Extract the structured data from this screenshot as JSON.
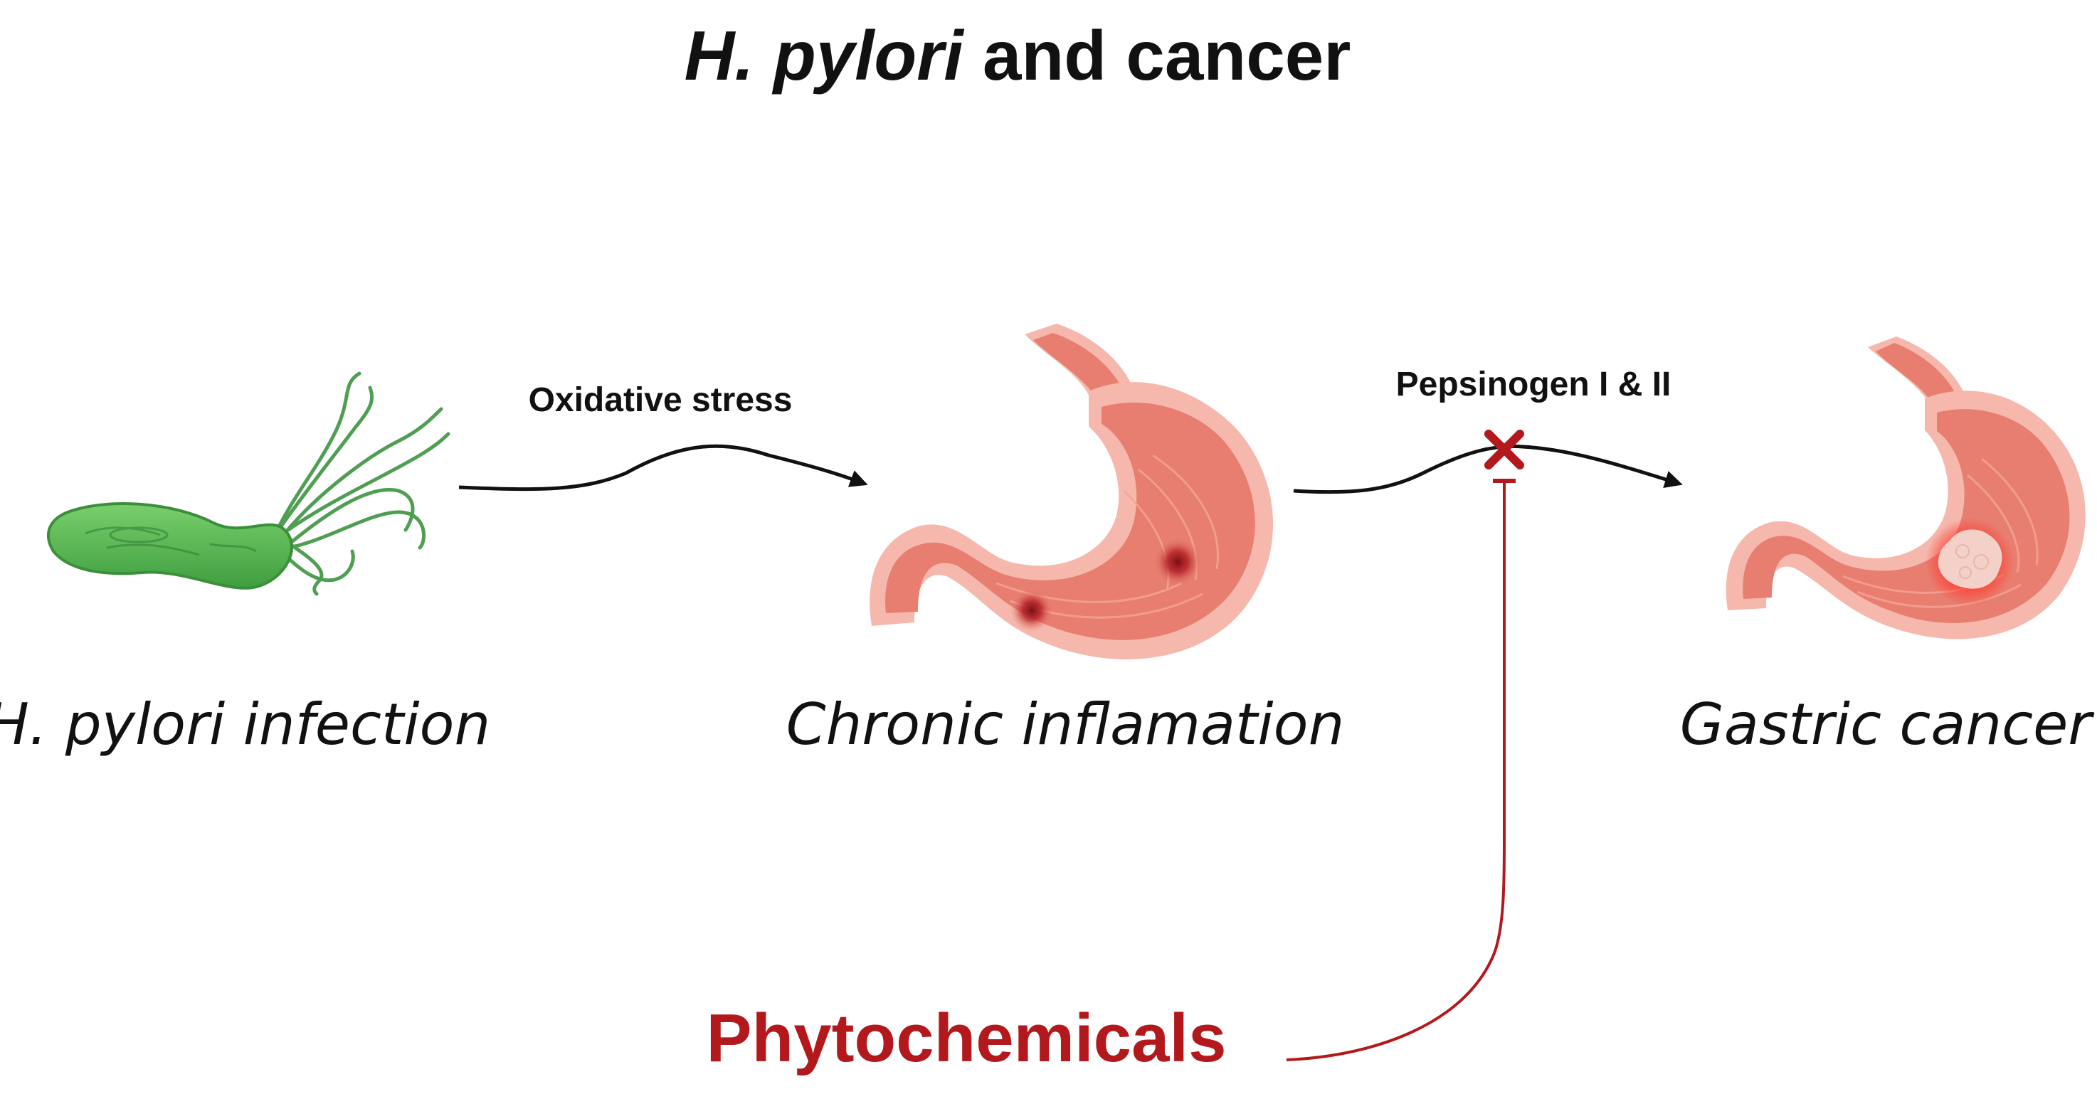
{
  "title": {
    "italic_part": "H. pylori",
    "rest": " and cancer"
  },
  "arrows": {
    "oxidative_label": "Oxidative stress",
    "pepsinogen_label": "Pepsinogen I & II"
  },
  "stages": [
    {
      "id": "infection",
      "label": "H. pylori infection",
      "icon": "bacterium-icon"
    },
    {
      "id": "inflammation",
      "label": "Chronic inflamation",
      "icon": "inflamed-stomach-icon"
    },
    {
      "id": "cancer",
      "label": "Gastric cancer",
      "icon": "tumor-stomach-icon"
    }
  ],
  "inhibitor": {
    "label": "Phytochemicals",
    "symbol": "inhibition-x-icon"
  },
  "colors": {
    "text": "#111111",
    "inhibitor": "#b3191c",
    "bacterium": "#5bbd52",
    "flagella": "#4f9e52",
    "stomach_outer": "#f6b8ad",
    "stomach_inner": "#e77e70",
    "lesion": "#a2151d",
    "tumor": "#f4d1c8"
  }
}
